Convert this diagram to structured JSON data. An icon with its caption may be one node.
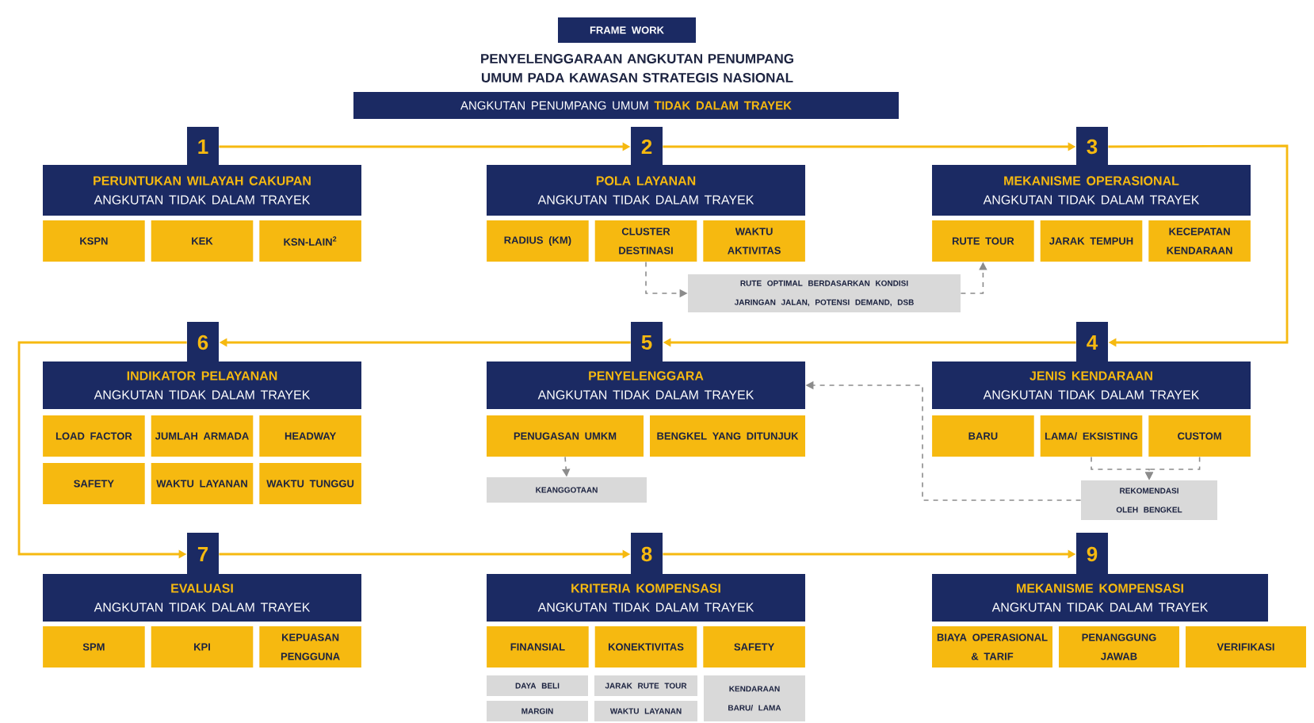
{
  "diagram": {
    "title": "PENYELENGGARAAN ANGKUTAN PENUMPANG UMUM PADA KAWASAN STRATEGIS NASIONAL",
    "nodes": [
      {
        "text": [
          "FRAME WORK"
        ]
      },
      {
        "text": [
          "ANGKUTAN PENUMPANG UMUM",
          "TIDAK DALAM TRAYEK"
        ]
      },
      {
        "text": [
          "1"
        ]
      },
      {
        "text": [
          "PERUNTUKAN WILAYAH CAKUPAN",
          "ANGKUTAN TIDAK DALAM TRAYEK"
        ]
      },
      {
        "text": [
          "KSPN"
        ]
      },
      {
        "text": [
          "KEK"
        ]
      },
      {
        "text": [
          "KSN-LAIN$^{2}$"
        ]
      },
      {
        "text": [
          "2"
        ]
      },
      {
        "text": [
          "POLA LAYANAN",
          "ANGKUTAN TIDAK DALAM TRAYEK"
        ]
      },
      {
        "text": [
          "RADIUS (KM)"
        ]
      },
      {
        "text": [
          "CLUSTER DESTINASI"
        ]
      },
      {
        "text": [
          "WAKTU AKTIVITAS"
        ]
      },
      {
        "text": [
          "3"
        ]
      },
      {
        "text": [
          "MEKANISME OPERASIONAL",
          "ANGKUTAN TIDAK DALAM TRAYEK"
        ]
      },
      {
        "text": [
          "RUTE TOUR"
        ]
      },
      {
        "text": [
          "JARAK TEMPUH"
        ]
      },
      {
        "text": [
          "KECEPATAN KENDARAAN"
        ]
      },
      {
        "text": [
          "RUTE OPTIMAL BERDASARKAN KONDISI JARINGAN JALAN, POTENSI DEMAND, DSB"
        ]
      },
      {
        "text": [
          "6"
        ]
      },
      {
        "text": [
          "INDIKATOR PELAYANAN",
          "ANGKUTAN TIDAK DALAM TRAYEK"
        ]
      },
      {
        "text": [
          "LOAD FACTOR"
        ]
      },
      {
        "text": [
          "JUMLAH ARMADA"
        ]
      },
      {
        "text": [
          "HEADWAY"
        ]
      },
      {
        "text": [
          "SAFETY"
        ]
      },
      {
        "text": [
          "WAKTU LAYANAN"
        ]
      },
      {
        "text": [
          "WAKTU TUNGGU"
        ]
      },
      {
        "text": [
          "5"
        ]
      },
      {
        "text": [
          "PENYELENGGARA",
          "ANGKUTAN TIDAK DALAM TRAYEK"
        ]
      },
      {
        "text": [
          "PENUGASAN UMKM"
        ]
      },
      {
        "text": [
          "BENGKEL YANG DITUNJUK"
        ]
      },
      {
        "text": [
          "KEANGGOTAAN"
        ]
      },
      {
        "text": [
          "4"
        ]
      },
      {
        "text": [
          "JENIS KENDARAAN",
          "ANGKUTAN TIDAK DALAM TRAYEK"
        ]
      },
      {
        "text": [
          "BARU"
        ]
      },
      {
        "text": [
          "LAMA/ EKSISTING"
        ]
      },
      {
        "text": [
          "CUSTOM"
        ]
      },
      {
        "text": [
          "REKOMENDASI OLEH BENGKEL"
        ]
      },
      {
        "text": [
          "7"
        ]
      },
      {
        "text": [
          "EVALUASI",
          "ANGKUTAN TIDAK DALAM TRAYEK"
        ]
      },
      {
        "text": [
          "SPM"
        ]
      },
      {
        "text": [
          "KPI"
        ]
      },
      {
        "text": [
          "KEPUASAN PENGGUNA"
        ]
      },
      {
        "text": [
          "8"
        ]
      },
      {
        "text": [
          "KRITERIA KOMPENSASI",
          "ANGKUTAN TIDAK DALAM TRAYEK"
        ]
      },
      {
        "text": [
          "FINANSIAL"
        ]
      },
      {
        "text": [
          "KONEKTIVITAS"
        ]
      },
      {
        "text": [
          "SAFETY"
        ]
      },
      {
        "text": [
          "DAYA BELI"
        ]
      },
      {
        "text": [
          "JARAK RUTE TOUR"
        ]
      },
      {
        "text": [
          "KENDARAAN BARU/ LAMA"
        ]
      },
      {
        "text": [
          "MARGIN"
        ]
      },
      {
        "text": [
          "WAKTU LAYANAN"
        ]
      },
      {
        "text": [
          "9"
        ]
      },
      {
        "text": [
          "MEKANISME KOMPENSASI",
          "ANGKUTAN TIDAK DALAM TRAYEK"
        ]
      },
      {
        "text": [
          "BIAYA OPERASIONAL & TARIF"
        ]
      },
      {
        "text": [
          "PENANGGUNG JAWAB"
        ]
      },
      {
        "text": [
          "VERIFIKASI"
        ]
      }
    ],
    "edges": [
      {
        "from": 2,
        "to": 7,
        "arrow": "to"
      },
      {
        "from": 7,
        "to": 12,
        "arrow": "to"
      },
      {
        "from": 12,
        "to": 31,
        "arrow": "to"
      },
      {
        "from": 31,
        "to": 26,
        "arrow": "to"
      },
      {
        "from": 26,
        "to": 18,
        "arrow": "to"
      },
      {
        "from": 18,
        "to": 37,
        "arrow": "to"
      },
      {
        "from": 37,
        "to": 42,
        "arrow": "to"
      },
      {
        "from": 42,
        "to": 52,
        "arrow": "to"
      },
      {
        "from": 10,
        "to": 17,
        "arrow": "to",
        "style": "dashed",
        "color": "#8c8c8c"
      },
      {
        "from": 17,
        "to": 14,
        "arrow": "to",
        "style": "dashed",
        "color": "#8c8c8c"
      },
      {
        "from": 28,
        "to": 30,
        "arrow": "to",
        "style": "dashed",
        "color": "#8c8c8c"
      },
      {
        "from": 34,
        "to": 36,
        "arrow": "to",
        "style": "dashed",
        "color": "#8c8c8c"
      },
      {
        "from": 35,
        "to": 36,
        "arrow": "to",
        "style": "dashed",
        "color": "#8c8c8c"
      },
      {
        "from": 36,
        "to": 27,
        "arrow": "to",
        "style": "dashed",
        "color": "#8c8c8c"
      }
    ]
  }
}
